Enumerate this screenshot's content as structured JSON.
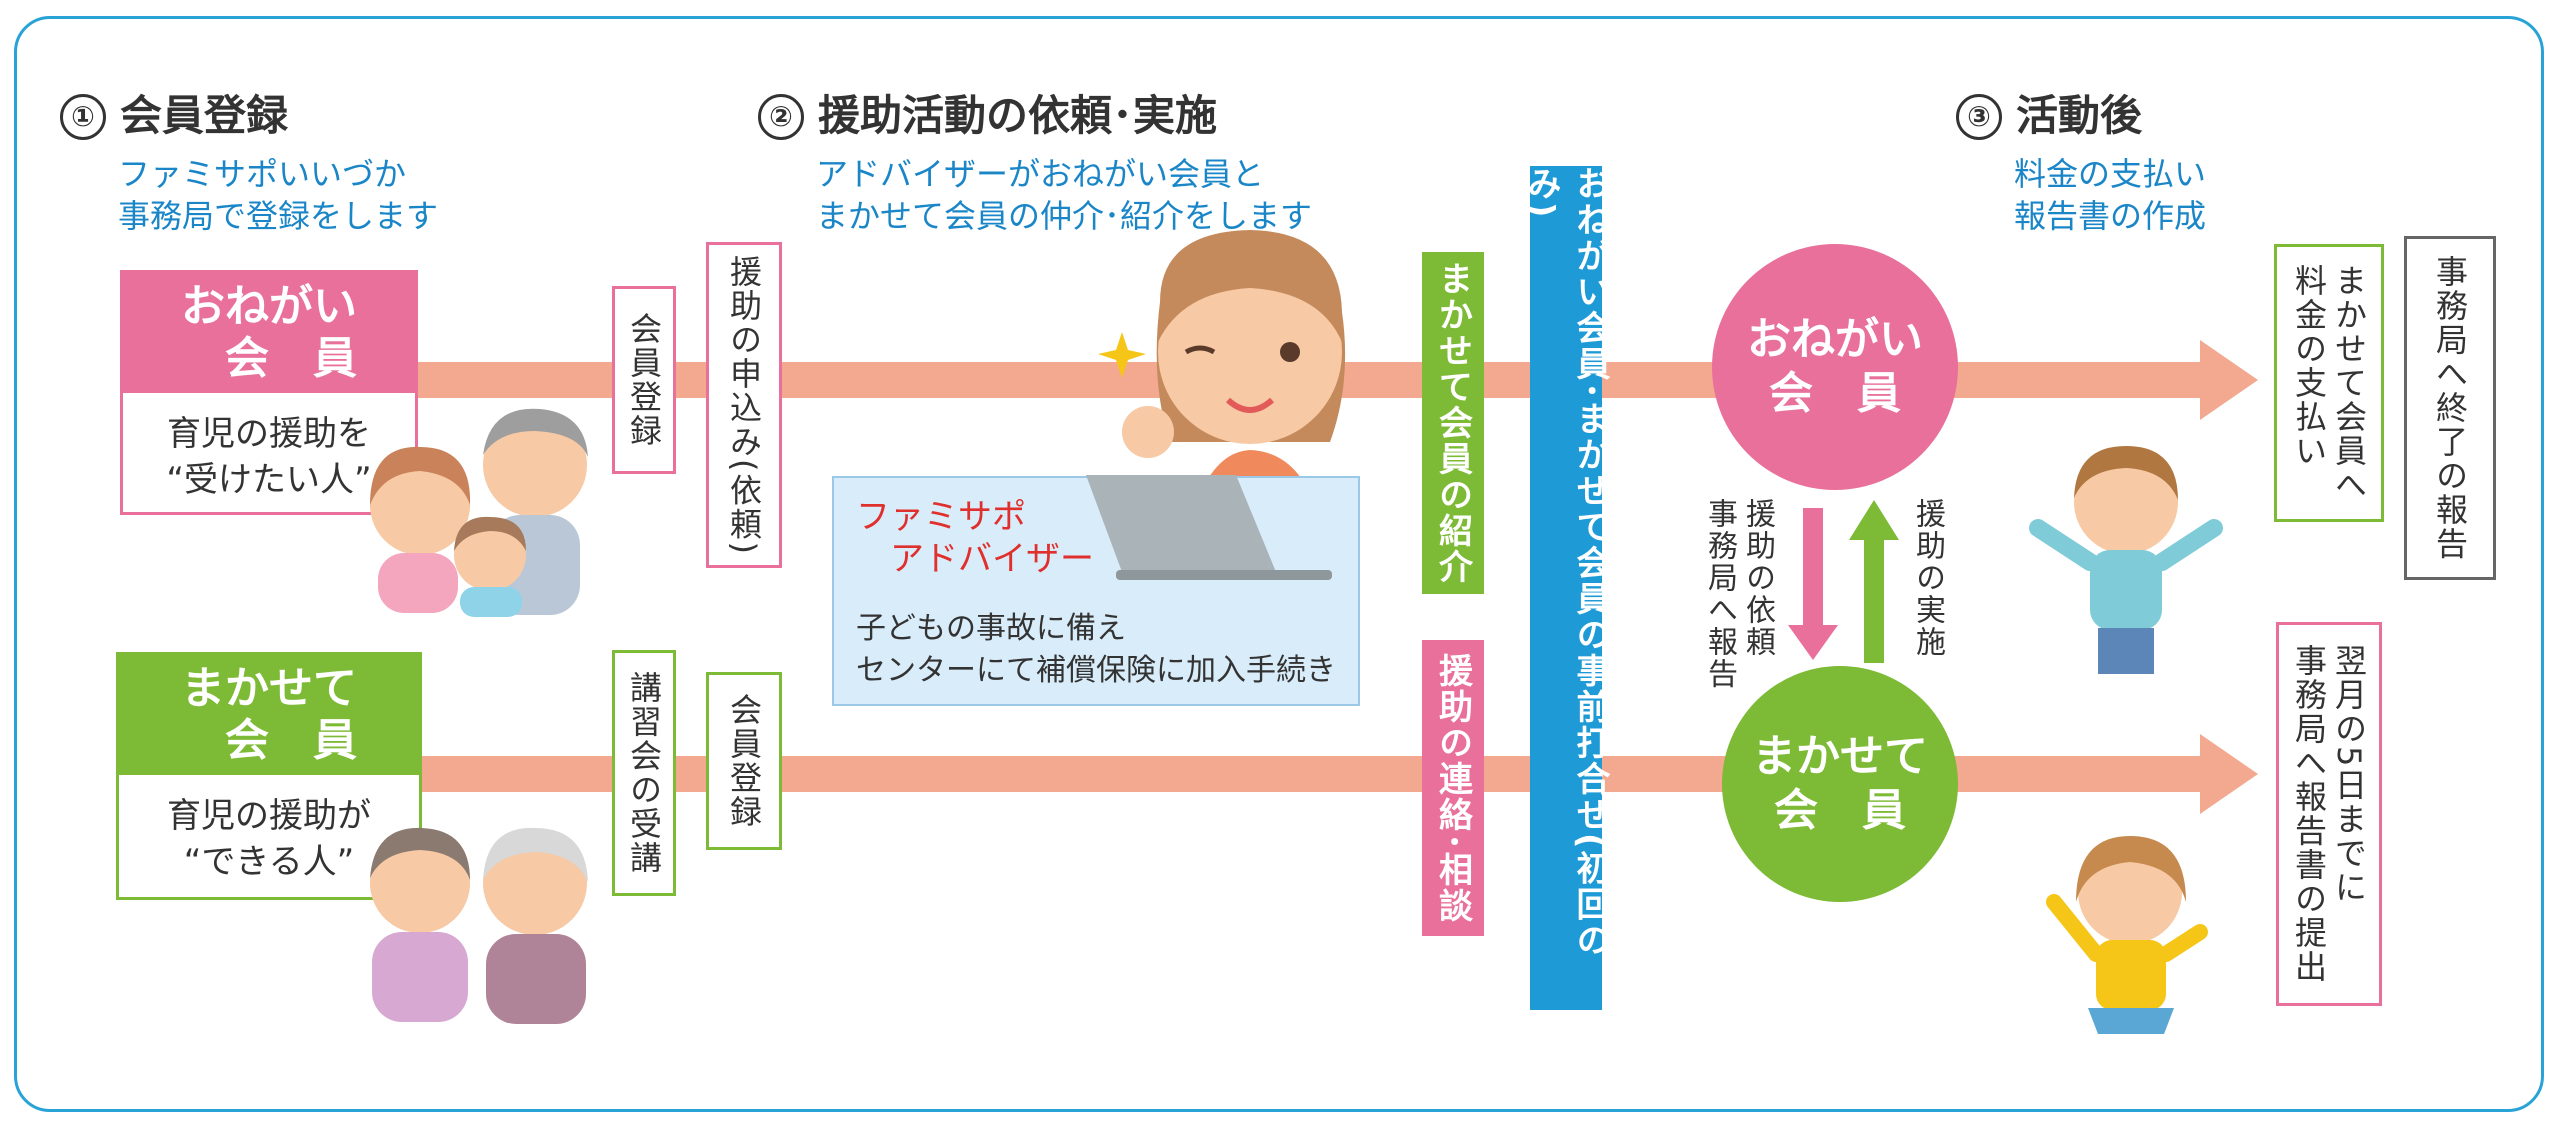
{
  "colors": {
    "pink": "#e8709a",
    "green": "#7dba35",
    "blue": "#1e9ad6",
    "arrow": "#f2a98f",
    "panel": "#d8ecf9"
  },
  "steps": [
    {
      "num": "①",
      "title": "会員登録",
      "sub1": "ファミサポいいづか",
      "sub2": "事務局で登録をします"
    },
    {
      "num": "②",
      "title": "援助活動の依頼･実施",
      "sub1": "アドバイザーがおねがい会員と",
      "sub2": "まかせて会員の仲介･紹介をします"
    },
    {
      "num": "③",
      "title": "活動後",
      "sub1": "料金の支払い",
      "sub2": "報告書の作成"
    }
  ],
  "members": {
    "onegai": {
      "head": "おねがい\n　会　員",
      "desc": "育児の援助を\n“受けたい人”"
    },
    "makasete": {
      "head": "まかせて\n　会　員",
      "desc": "育児の援助が\n“できる人”"
    }
  },
  "flow_labels": {
    "onegai_register": "会員登録",
    "onegai_apply": "援助の申込み(依頼)",
    "makasete_course": "講習会の受講",
    "makasete_register": "会員登録",
    "introduce": "まかせて会員の紹介",
    "contact": "援助の連絡･相談",
    "premeeting": "おねがい会員･まかせて会員の事前打合せ(初回のみ)"
  },
  "advisor": {
    "name": "ファミサポ\n　アドバイザー",
    "note": "子どもの事故に備え\nセンターにて補償保険に加入手続き"
  },
  "circles": {
    "onegai": "おねがい\n会　員",
    "makasete": "まかせて\n会　員"
  },
  "exchange": {
    "down_label": "援助の依頼\n事務局へ報告",
    "up_label": "援助の実施"
  },
  "after": {
    "pay": "まかせて会員へ\n料金の支払い",
    "end_report": "事務局へ終了の報告",
    "monthly_report": "翌月の5日までに\n事務局へ報告書の提出"
  }
}
